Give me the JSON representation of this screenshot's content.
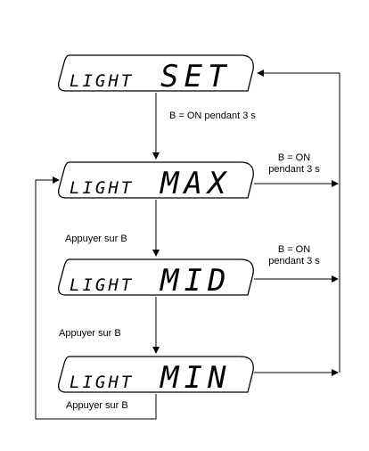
{
  "displays": [
    {
      "small": "LIGHT",
      "big": "SET"
    },
    {
      "small": "LIGHT",
      "big": "MAX"
    },
    {
      "small": "LIGHT",
      "big": "MID"
    },
    {
      "small": "LIGHT",
      "big": "MIN"
    }
  ],
  "notes": {
    "b_on_3s": "B = ON pendant 3 s",
    "b_on_line1": "B = ON",
    "b_on_line2": "pendant 3 s",
    "press_b": "Appuyer sur B"
  }
}
